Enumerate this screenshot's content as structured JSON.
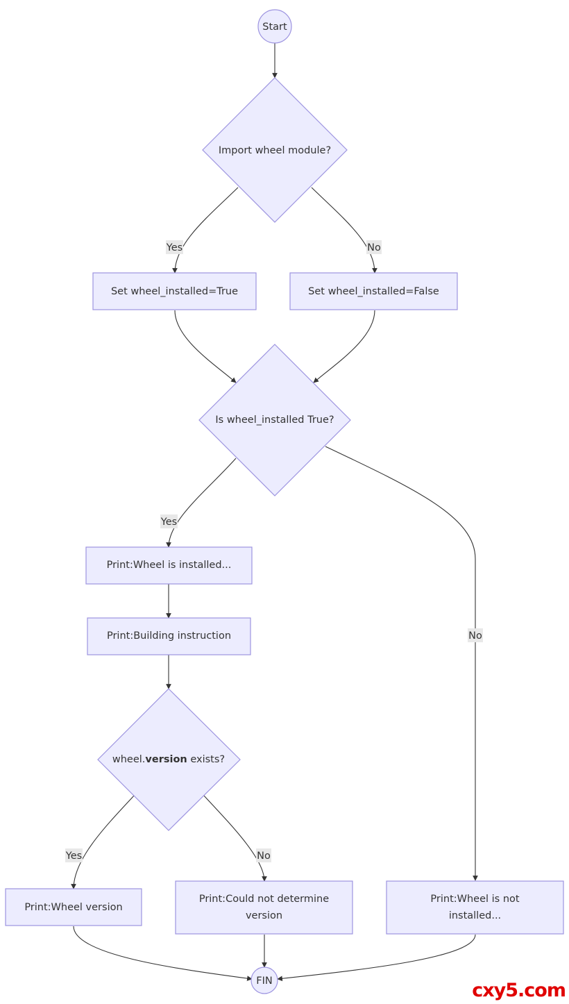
{
  "nodes": {
    "start": "Start",
    "import_wheel": "Import wheel module?",
    "set_true": "Set wheel_installed=True",
    "set_false": "Set wheel_installed=False",
    "is_installed": "Is wheel_installed True?",
    "print_installed": "Print:Wheel is installed...",
    "print_building": "Print:Building instruction",
    "version_exists": {
      "prefix": "wheel.",
      "bold": "version",
      "suffix": " exists?"
    },
    "print_version": "Print:Wheel version",
    "print_could_not": {
      "line1": "Print:Could not determine",
      "line2": "version"
    },
    "print_not_installed": {
      "line1": "Print:Wheel is not",
      "line2": "installed..."
    },
    "fin": "FIN"
  },
  "edge_labels": {
    "import_yes": "Yes",
    "import_no": "No",
    "installed_yes": "Yes",
    "installed_no": "No",
    "version_yes": "Yes",
    "version_no": "No"
  },
  "watermark": "cxy5.com",
  "colors": {
    "node_fill": "#ececfe",
    "node_stroke": "#9d94e0",
    "edge": "#333333",
    "label_bg": "#e8e8e8",
    "watermark": "#e00000"
  }
}
